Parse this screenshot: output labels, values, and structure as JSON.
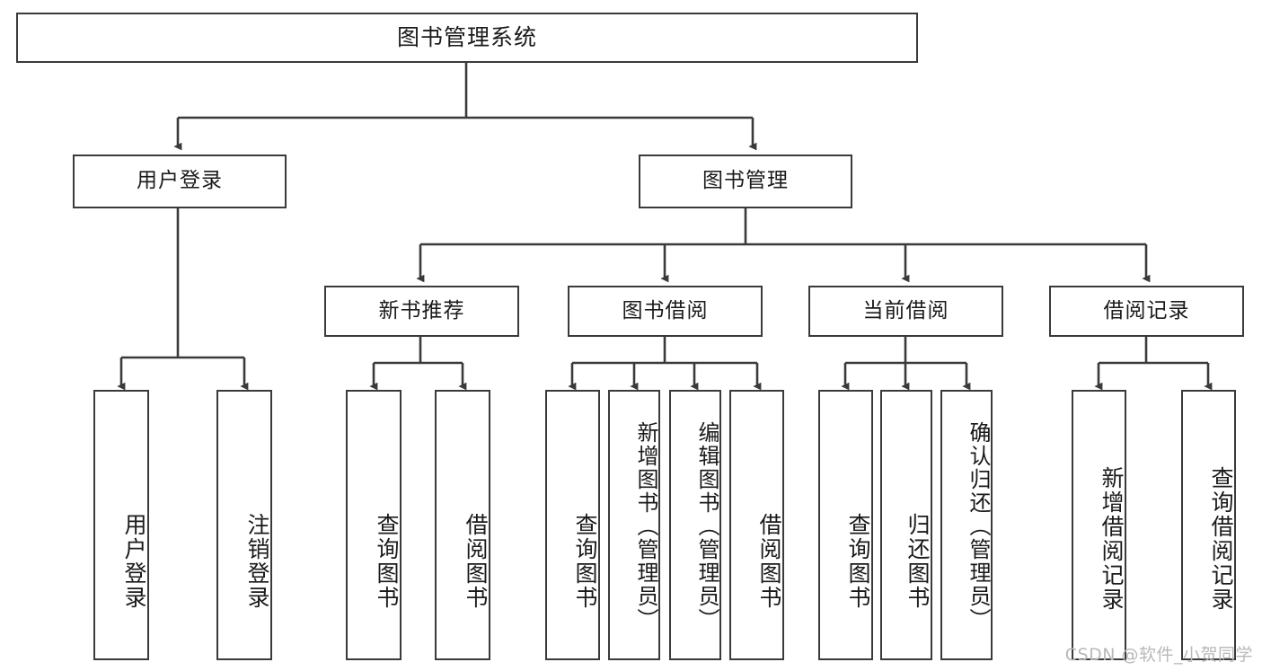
{
  "diagram": {
    "title": "图书管理系统",
    "type": "tree",
    "watermark": "CSDN @软件_小贺同学",
    "colors": {
      "stroke": "#3a3a3a",
      "fill": "#ffffff",
      "text": "#1a1a1a",
      "watermark": "#b9b9b9"
    },
    "levels": {
      "level0": {
        "label": "图书管理系统"
      },
      "level1": [
        {
          "id": "user-login",
          "label": "用户登录"
        },
        {
          "id": "book-management",
          "label": "图书管理"
        }
      ],
      "level2": [
        {
          "id": "new-book-recommend",
          "label": "新书推荐",
          "parent": "book-management"
        },
        {
          "id": "book-borrow",
          "label": "图书借阅",
          "parent": "book-management"
        },
        {
          "id": "current-borrow",
          "label": "当前借阅",
          "parent": "book-management"
        },
        {
          "id": "borrow-record",
          "label": "借阅记录",
          "parent": "book-management"
        }
      ],
      "level3": [
        {
          "id": "leaf-user-login",
          "label": "用户登录",
          "parent": "user-login"
        },
        {
          "id": "leaf-logout",
          "label": "注销登录",
          "parent": "user-login"
        },
        {
          "id": "leaf-query-book-1",
          "label": "查询图书",
          "parent": "new-book-recommend"
        },
        {
          "id": "leaf-borrow-book-1",
          "label": "借阅图书",
          "parent": "new-book-recommend"
        },
        {
          "id": "leaf-query-book-2",
          "label": "查询图书",
          "parent": "book-borrow"
        },
        {
          "id": "leaf-add-book",
          "label": "新增图书（管理员）",
          "parent": "book-borrow"
        },
        {
          "id": "leaf-edit-book",
          "label": "编辑图书（管理员）",
          "parent": "book-borrow"
        },
        {
          "id": "leaf-borrow-book-2",
          "label": "借阅图书",
          "parent": "book-borrow"
        },
        {
          "id": "leaf-query-book-3",
          "label": "查询图书",
          "parent": "current-borrow"
        },
        {
          "id": "leaf-return-book",
          "label": "归还图书",
          "parent": "current-borrow"
        },
        {
          "id": "leaf-confirm-return",
          "label": "确认归还（管理员）",
          "parent": "current-borrow"
        },
        {
          "id": "leaf-add-record",
          "label": "新增借阅记录",
          "parent": "borrow-record"
        },
        {
          "id": "leaf-query-record",
          "label": "查询借阅记录",
          "parent": "borrow-record"
        }
      ]
    }
  }
}
